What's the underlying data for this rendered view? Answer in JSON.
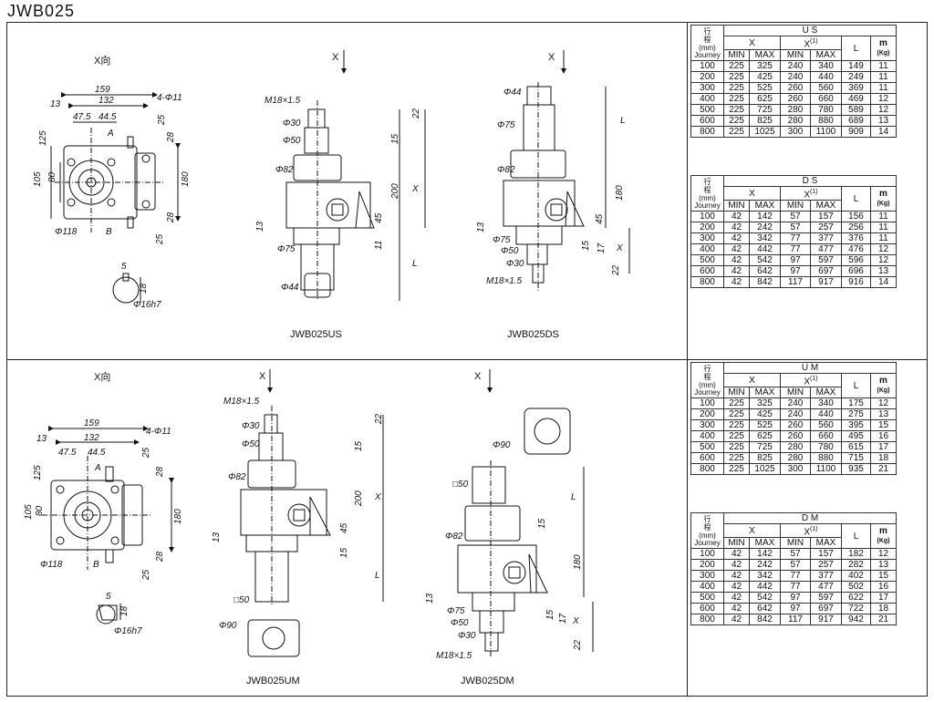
{
  "page_title": "JWB025",
  "view_labels": {
    "x_dir": "X向",
    "x_arrow": "X"
  },
  "model_labels": {
    "us": "JWB025US",
    "ds": "JWB025DS",
    "um": "JWB025UM",
    "dm": "JWB025DM"
  },
  "dims": {
    "w159": "159",
    "w132": "132",
    "w47": "47.5",
    "w44": "44.5",
    "w13": "13",
    "hole": "4-Φ11",
    "h125": "125",
    "h105": "105",
    "h80": "80",
    "h180": "180",
    "h25": "25",
    "h28": "28",
    "d118": "Φ118",
    "a": "A",
    "b": "B",
    "key5": "5",
    "key18": "18",
    "shaft": "Φ16h7",
    "m18": "M18×1.5",
    "d30": "Φ30",
    "d50": "Φ50",
    "d82": "Φ82",
    "d75": "Φ75",
    "d44": "Φ44",
    "v22": "22",
    "v15": "15",
    "v200": "200",
    "vX": "X",
    "v45": "45",
    "v13": "13",
    "v11": "11",
    "vL": "L",
    "v17": "17",
    "v180": "180",
    "sq50": "□50",
    "d90": "Φ90"
  },
  "tables": [
    {
      "name": "U S",
      "h_stroke": "行\n程\n(mm)",
      "h_journey": "Journey",
      "h_x": "X",
      "h_x1": "X",
      "h_x1_sup": "(1)",
      "h_l": "L",
      "h_m": "m",
      "h_kg": "(Kg)",
      "h_min": "MIN",
      "h_max": "MAX",
      "rows": [
        [
          "100",
          "225",
          "325",
          "240",
          "340",
          "149",
          "11"
        ],
        [
          "200",
          "225",
          "425",
          "240",
          "440",
          "249",
          "11"
        ],
        [
          "300",
          "225",
          "525",
          "260",
          "560",
          "369",
          "11"
        ],
        [
          "400",
          "225",
          "625",
          "260",
          "660",
          "469",
          "12"
        ],
        [
          "500",
          "225",
          "725",
          "280",
          "780",
          "589",
          "12"
        ],
        [
          "600",
          "225",
          "825",
          "280",
          "880",
          "689",
          "13"
        ],
        [
          "800",
          "225",
          "1025",
          "300",
          "1100",
          "909",
          "14"
        ]
      ]
    },
    {
      "name": "D S",
      "h_stroke": "行\n程\n(mm)",
      "h_journey": "Journey",
      "h_x": "X",
      "h_x1": "X",
      "h_x1_sup": "(1)",
      "h_l": "L",
      "h_m": "m",
      "h_kg": "(Kg)",
      "h_min": "MIN",
      "h_max": "MAX",
      "rows": [
        [
          "100",
          "42",
          "142",
          "57",
          "157",
          "156",
          "11"
        ],
        [
          "200",
          "42",
          "242",
          "57",
          "257",
          "256",
          "11"
        ],
        [
          "300",
          "42",
          "342",
          "77",
          "377",
          "376",
          "11"
        ],
        [
          "400",
          "42",
          "442",
          "77",
          "477",
          "476",
          "12"
        ],
        [
          "500",
          "42",
          "542",
          "97",
          "597",
          "596",
          "12"
        ],
        [
          "600",
          "42",
          "642",
          "97",
          "697",
          "696",
          "13"
        ],
        [
          "800",
          "42",
          "842",
          "117",
          "917",
          "916",
          "14"
        ]
      ]
    },
    {
      "name": "U M",
      "h_stroke": "行\n程\n(mm)",
      "h_journey": "Journey",
      "h_x": "X",
      "h_x1": "X",
      "h_x1_sup": "(1)",
      "h_l": "L",
      "h_m": "m",
      "h_kg": "(Kg)",
      "h_min": "MIN",
      "h_max": "MAX",
      "rows": [
        [
          "100",
          "225",
          "325",
          "240",
          "340",
          "175",
          "12"
        ],
        [
          "200",
          "225",
          "425",
          "240",
          "440",
          "275",
          "13"
        ],
        [
          "300",
          "225",
          "525",
          "260",
          "560",
          "395",
          "15"
        ],
        [
          "400",
          "225",
          "625",
          "260",
          "660",
          "495",
          "16"
        ],
        [
          "500",
          "225",
          "725",
          "280",
          "780",
          "615",
          "17"
        ],
        [
          "600",
          "225",
          "825",
          "280",
          "880",
          "715",
          "18"
        ],
        [
          "800",
          "225",
          "1025",
          "300",
          "1100",
          "935",
          "21"
        ]
      ]
    },
    {
      "name": "D M",
      "h_stroke": "行\n程\n(mm)",
      "h_journey": "Journey",
      "h_x": "X",
      "h_x1": "X",
      "h_x1_sup": "(1)",
      "h_l": "L",
      "h_m": "m",
      "h_kg": "(Kg)",
      "h_min": "MIN",
      "h_max": "MAX",
      "rows": [
        [
          "100",
          "42",
          "142",
          "57",
          "157",
          "182",
          "12"
        ],
        [
          "200",
          "42",
          "242",
          "57",
          "257",
          "282",
          "13"
        ],
        [
          "300",
          "42",
          "342",
          "77",
          "377",
          "402",
          "15"
        ],
        [
          "400",
          "42",
          "442",
          "77",
          "477",
          "502",
          "16"
        ],
        [
          "500",
          "42",
          "542",
          "97",
          "597",
          "622",
          "17"
        ],
        [
          "600",
          "42",
          "642",
          "97",
          "697",
          "722",
          "18"
        ],
        [
          "800",
          "42",
          "842",
          "117",
          "917",
          "942",
          "21"
        ]
      ]
    }
  ]
}
